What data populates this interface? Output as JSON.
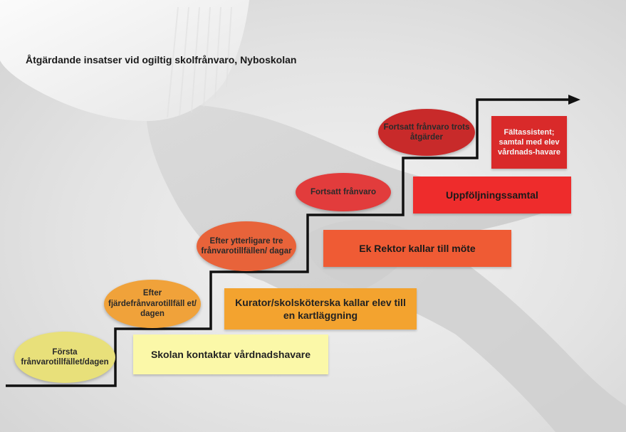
{
  "title": "Åtgärdande insatser vid ogiltig skolfrånvaro, Nyboskolan",
  "colors": {
    "step_line": "#111111",
    "level1": "#e8e07a",
    "level2": "#f0a23a",
    "level3": "#e8633a",
    "level4": "#e23c3c",
    "level5": "#c82a2a"
  },
  "triggers": [
    {
      "text": "Första frånvarotillfället/dagen"
    },
    {
      "text": "Efter fjärdefrånvarotillfäll et/ dagen"
    },
    {
      "text": "Efter ytterligare tre frånvarotillfällen/ dagar"
    },
    {
      "text": "Fortsatt frånvaro"
    },
    {
      "text": "Fortsatt frånvaro trots åtgärder"
    }
  ],
  "actions": [
    {
      "text": "Skolan kontaktar vårdnadshavare"
    },
    {
      "text": "Kurator/skolsköterska kallar elev till en kartläggning"
    },
    {
      "text": "Ek Rektor kallar till möte"
    },
    {
      "text": "Uppföljningssamtal"
    },
    {
      "text": "Fältassistent; samtal med elev vårdnads-havare"
    }
  ]
}
